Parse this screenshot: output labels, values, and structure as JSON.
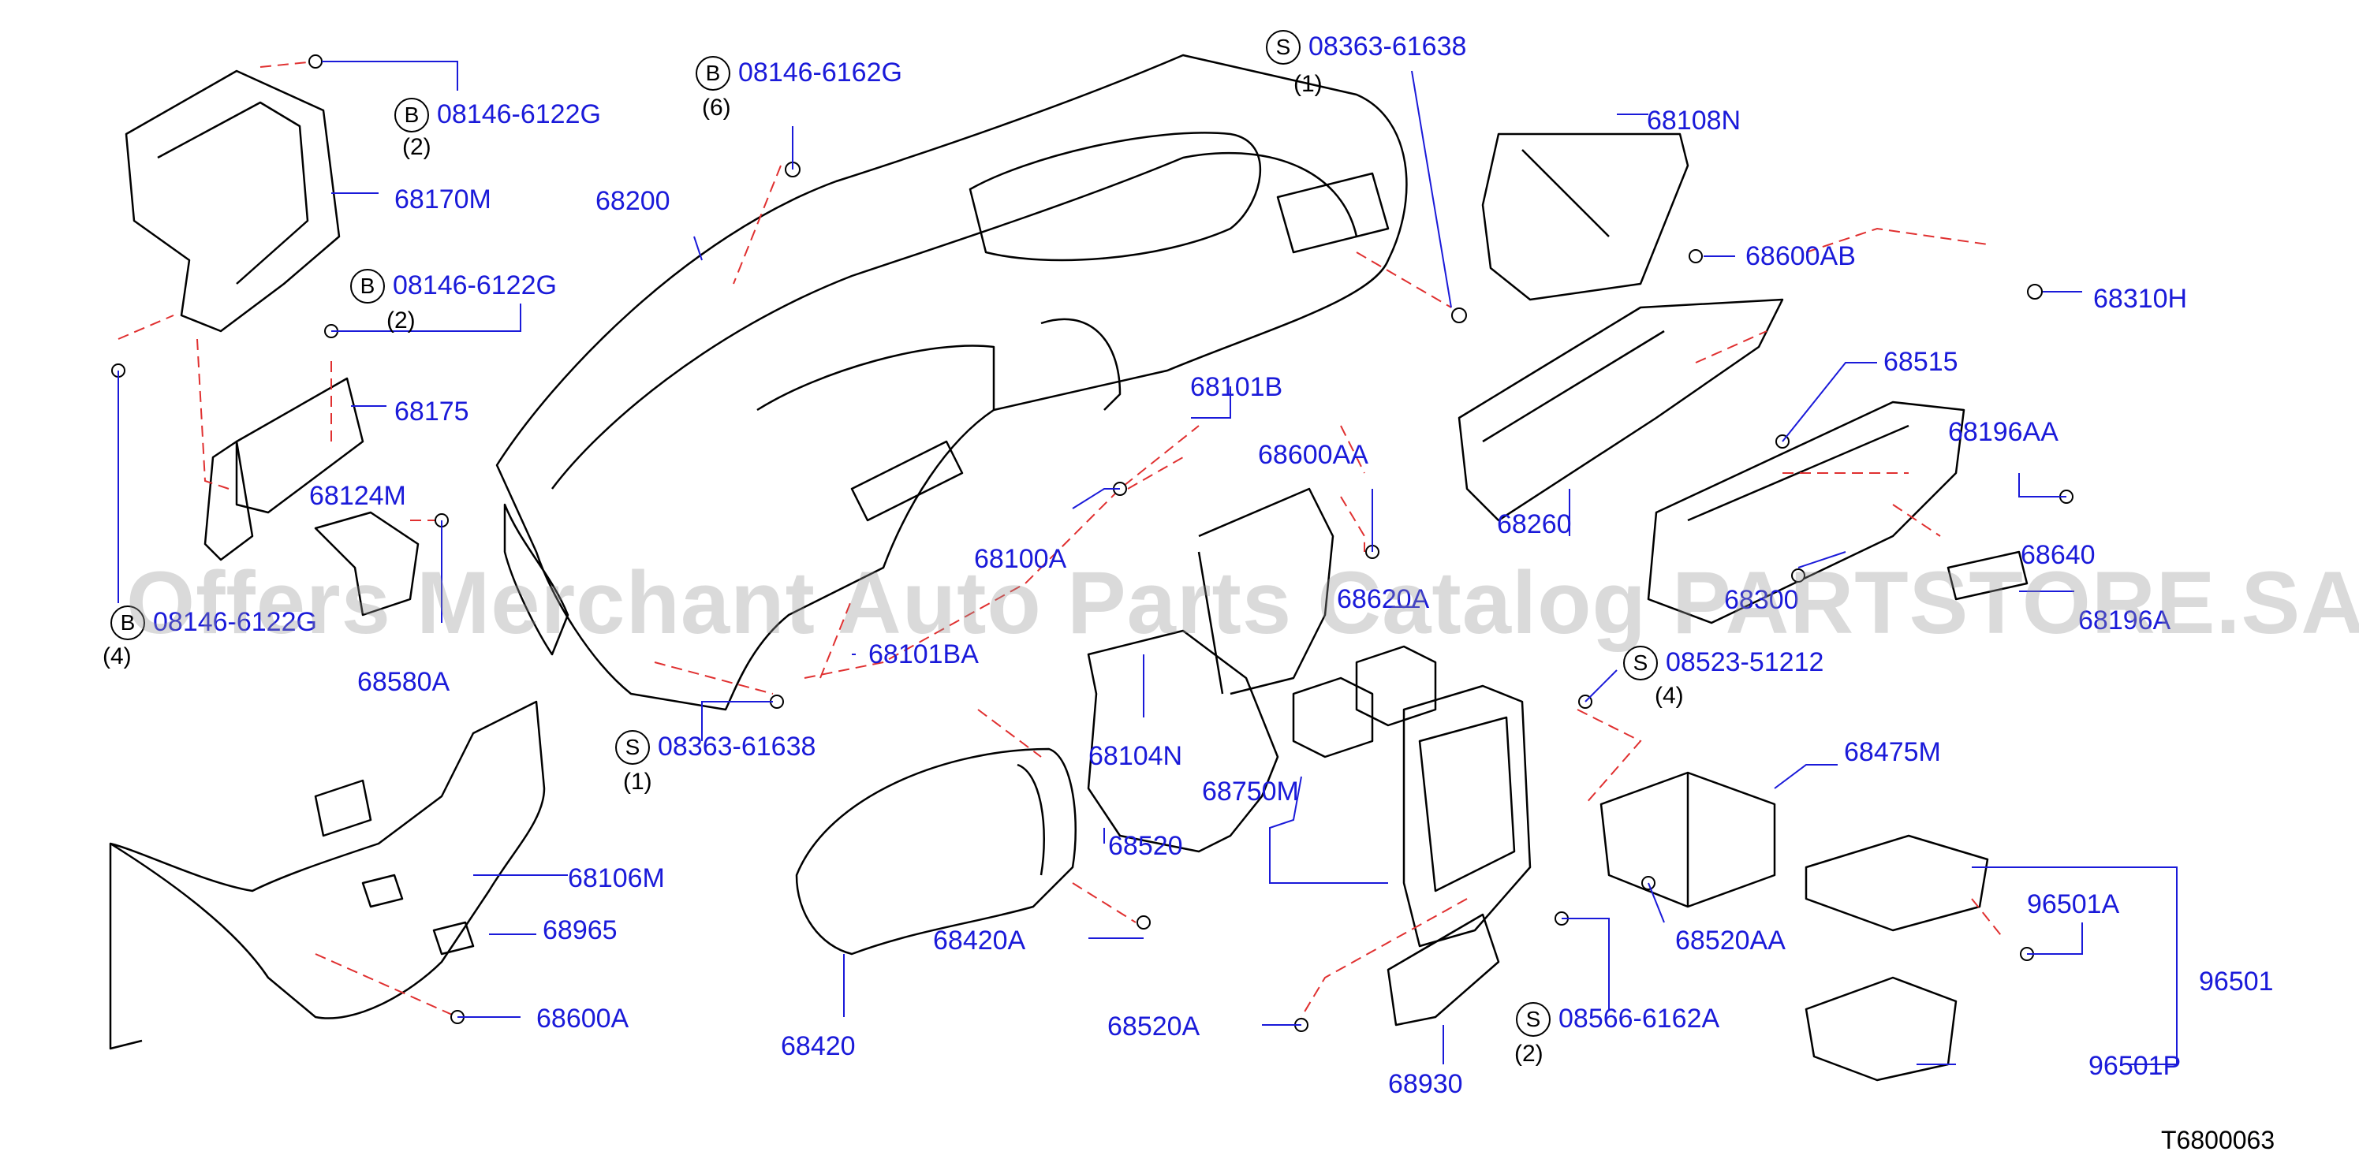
{
  "colors": {
    "label": "#1a1ad9",
    "line": "#1a1ad9",
    "dashed": "#e03030",
    "ink": "#000000"
  },
  "watermark": "Offers Merchant Auto Parts Catalog PARTSTORE.SA",
  "diagram_code": "T6800063",
  "callouts": [
    {
      "id": "b1",
      "text": "08146-6122G",
      "badge": "B",
      "qty": "(2)"
    },
    {
      "id": "p68170M",
      "text": "68170M"
    },
    {
      "id": "b2",
      "text": "08146-6122G",
      "badge": "B",
      "qty": "(2)"
    },
    {
      "id": "p68175",
      "text": "68175"
    },
    {
      "id": "p68124M",
      "text": "68124M"
    },
    {
      "id": "b3",
      "text": "08146-6122G",
      "badge": "B",
      "qty": "(4)"
    },
    {
      "id": "p68580A",
      "text": "68580A"
    },
    {
      "id": "b4",
      "text": "08146-6162G",
      "badge": "B",
      "qty": "(6)"
    },
    {
      "id": "p68200",
      "text": "68200"
    },
    {
      "id": "s1",
      "text": "08363-61638",
      "badge": "S",
      "qty": "(1)"
    },
    {
      "id": "p68108N",
      "text": "68108N"
    },
    {
      "id": "p68600AB",
      "text": "68600AB"
    },
    {
      "id": "p68310H",
      "text": "68310H"
    },
    {
      "id": "p68515",
      "text": "68515"
    },
    {
      "id": "p68196AA",
      "text": "68196AA"
    },
    {
      "id": "p68101B",
      "text": "68101B"
    },
    {
      "id": "p68600AA",
      "text": "68600AA"
    },
    {
      "id": "p68260",
      "text": "68260"
    },
    {
      "id": "p68100A",
      "text": "68100A"
    },
    {
      "id": "p68620A",
      "text": "68620A"
    },
    {
      "id": "p68640",
      "text": "68640"
    },
    {
      "id": "p68300",
      "text": "68300"
    },
    {
      "id": "p68196A",
      "text": "68196A"
    },
    {
      "id": "p68101BA",
      "text": "68101BA"
    },
    {
      "id": "s2",
      "text": "08523-51212",
      "badge": "S",
      "qty": "(4)"
    },
    {
      "id": "s3",
      "text": "08363-61638",
      "badge": "S",
      "qty": "(1)"
    },
    {
      "id": "p68104N",
      "text": "68104N"
    },
    {
      "id": "p68475M",
      "text": "68475M"
    },
    {
      "id": "p68750M",
      "text": "68750M"
    },
    {
      "id": "p68106M",
      "text": "68106M"
    },
    {
      "id": "p68520",
      "text": "68520"
    },
    {
      "id": "p68965",
      "text": "68965"
    },
    {
      "id": "p68420A",
      "text": "68420A"
    },
    {
      "id": "p68520AA",
      "text": "68520AA"
    },
    {
      "id": "p96501A",
      "text": "96501A"
    },
    {
      "id": "p96501",
      "text": "96501"
    },
    {
      "id": "p68600A",
      "text": "68600A"
    },
    {
      "id": "s4",
      "text": "08566-6162A",
      "badge": "S",
      "qty": "(2)"
    },
    {
      "id": "p68520A",
      "text": "68520A"
    },
    {
      "id": "p68420",
      "text": "68420"
    },
    {
      "id": "p96501P",
      "text": "96501P"
    },
    {
      "id": "p68930",
      "text": "68930"
    }
  ]
}
